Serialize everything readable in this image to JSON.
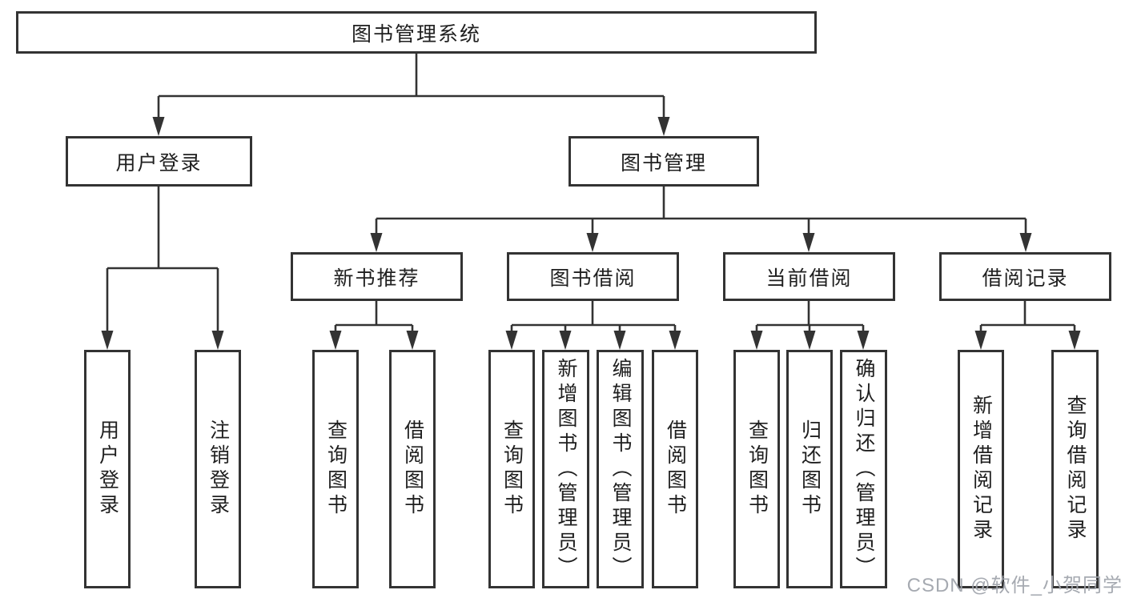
{
  "tree": {
    "root": {
      "label": "图书管理系统",
      "children": [
        {
          "label": "用户登录",
          "children": [
            {
              "label": "用户登录"
            },
            {
              "label": "注销登录"
            }
          ]
        },
        {
          "label": "图书管理",
          "children": [
            {
              "label": "新书推荐",
              "children": [
                {
                  "label": "查询图书"
                },
                {
                  "label": "借阅图书"
                }
              ]
            },
            {
              "label": "图书借阅",
              "children": [
                {
                  "label": "查询图书"
                },
                {
                  "label": "新增图书（管理员）"
                },
                {
                  "label": "编辑图书（管理员）"
                },
                {
                  "label": "借阅图书"
                }
              ]
            },
            {
              "label": "当前借阅",
              "children": [
                {
                  "label": "查询图书"
                },
                {
                  "label": "归还图书"
                },
                {
                  "label": "确认归还（管理员）"
                }
              ]
            },
            {
              "label": "借阅记录",
              "children": [
                {
                  "label": "新增借阅记录"
                },
                {
                  "label": "查询借阅记录"
                }
              ]
            }
          ]
        }
      ]
    },
    "colors": {
      "line": "#333333",
      "text": "#1f1f1f",
      "watermark": "#9ea3aa"
    }
  },
  "watermark": "CSDN @软件_小贺同学"
}
